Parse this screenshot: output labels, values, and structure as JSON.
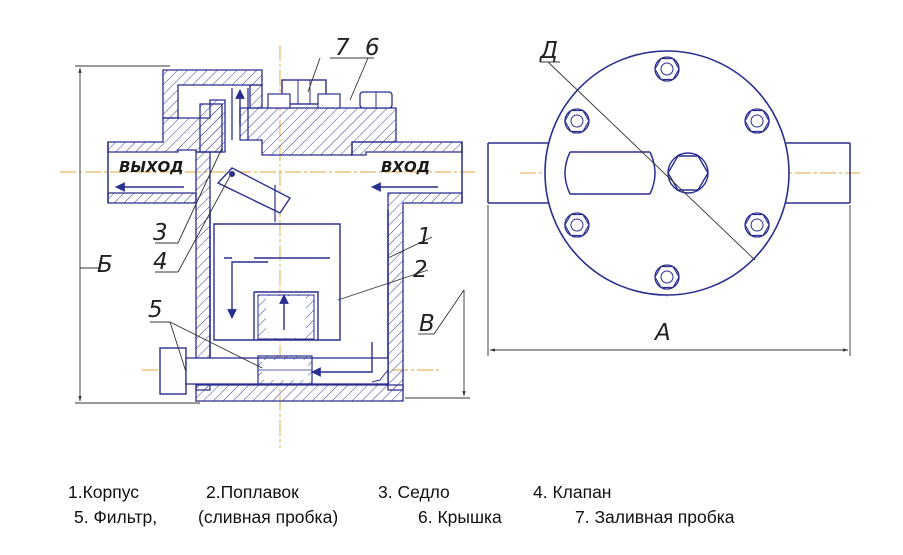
{
  "labels": {
    "vykhod": "ВЫХОД",
    "vkhod": "ВХОД",
    "n1": "1",
    "n2": "2",
    "n3": "3",
    "n4": "4",
    "n5": "5",
    "n6": "6",
    "n7": "7",
    "b": "Б",
    "v": "В",
    "a": "А",
    "d": "Д"
  },
  "legend": {
    "row1": [
      "1.Корпус",
      "2.Поплавок",
      "3. Седло",
      "4. Клапан"
    ],
    "row2": [
      "5. Фильтр,",
      "(сливная пробка)",
      "6. Крышка",
      "7. Заливная пробка"
    ]
  },
  "colors": {
    "outline": "#2a2f8f",
    "dim": "#333333",
    "center": "#e8a23a",
    "hatch": "#3a3f99"
  }
}
